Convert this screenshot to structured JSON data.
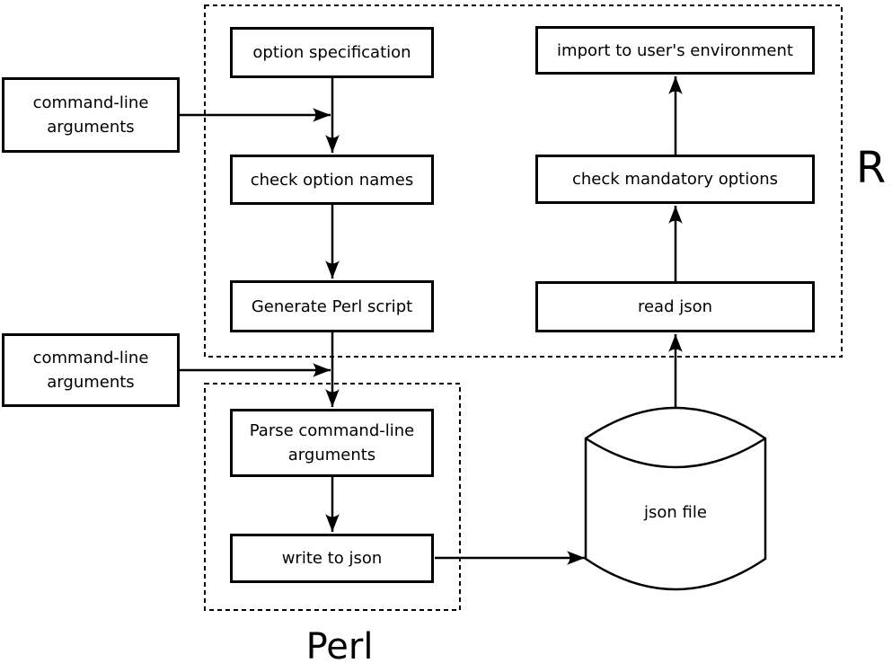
{
  "regions": {
    "r": {
      "label": "R"
    },
    "perl": {
      "label": "Perl"
    }
  },
  "nodes": {
    "cmdline1": {
      "label": "command-line\narguments"
    },
    "cmdline2": {
      "label": "command-line\narguments"
    },
    "option_spec": {
      "label": "option specification"
    },
    "check_names": {
      "label": "check option names"
    },
    "gen_perl": {
      "label": "Generate Perl script"
    },
    "parse_args": {
      "label": "Parse command-line\narguments"
    },
    "write_json": {
      "label": "write to json"
    },
    "json_file": {
      "label": "json file"
    },
    "read_json": {
      "label": "read json"
    },
    "check_mandatory": {
      "label": "check mandatory options"
    },
    "import_env": {
      "label": "import to user's environment"
    }
  },
  "edges": [
    {
      "from": "cmdline1",
      "to": "option_spec_to_check_names_line"
    },
    {
      "from": "option_spec",
      "to": "check_names"
    },
    {
      "from": "check_names",
      "to": "gen_perl"
    },
    {
      "from": "gen_perl",
      "to": "parse_args"
    },
    {
      "from": "cmdline2",
      "to": "gen_perl_to_parse_args_line"
    },
    {
      "from": "parse_args",
      "to": "write_json"
    },
    {
      "from": "write_json",
      "to": "json_file"
    },
    {
      "from": "json_file",
      "to": "read_json"
    },
    {
      "from": "read_json",
      "to": "check_mandatory"
    },
    {
      "from": "check_mandatory",
      "to": "import_env"
    }
  ],
  "colors": {
    "stroke": "#000000",
    "background": "#ffffff"
  }
}
